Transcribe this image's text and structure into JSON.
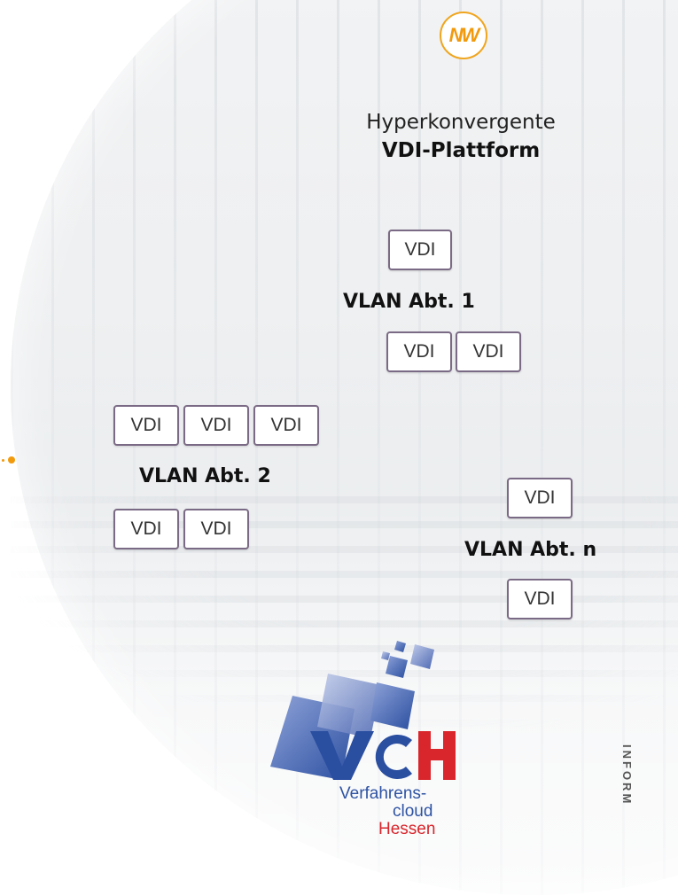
{
  "brand": {
    "logo_text": "NW",
    "accent_color": "#f29a0d",
    "vch_blue": "#2e53a3",
    "vch_red": "#d8262c"
  },
  "title": {
    "line1": "Hyperkonvergente",
    "line2": "VDI-Plattform"
  },
  "vdi_label": "VDI",
  "groups": [
    {
      "name": "VLAN Abt. 1",
      "vdi_top_count": 1,
      "vdi_bottom_count": 2
    },
    {
      "name": "VLAN Abt. 2",
      "vdi_top_count": 3,
      "vdi_bottom_count": 2
    },
    {
      "name": "VLAN Abt. n",
      "vdi_top_count": 1,
      "vdi_bottom_count": 1
    }
  ],
  "vch_logo": {
    "letters": "VCH",
    "line1": "Verfahrens-",
    "line2": "cloud",
    "line3": "Hessen"
  },
  "side_label": "INFORM"
}
